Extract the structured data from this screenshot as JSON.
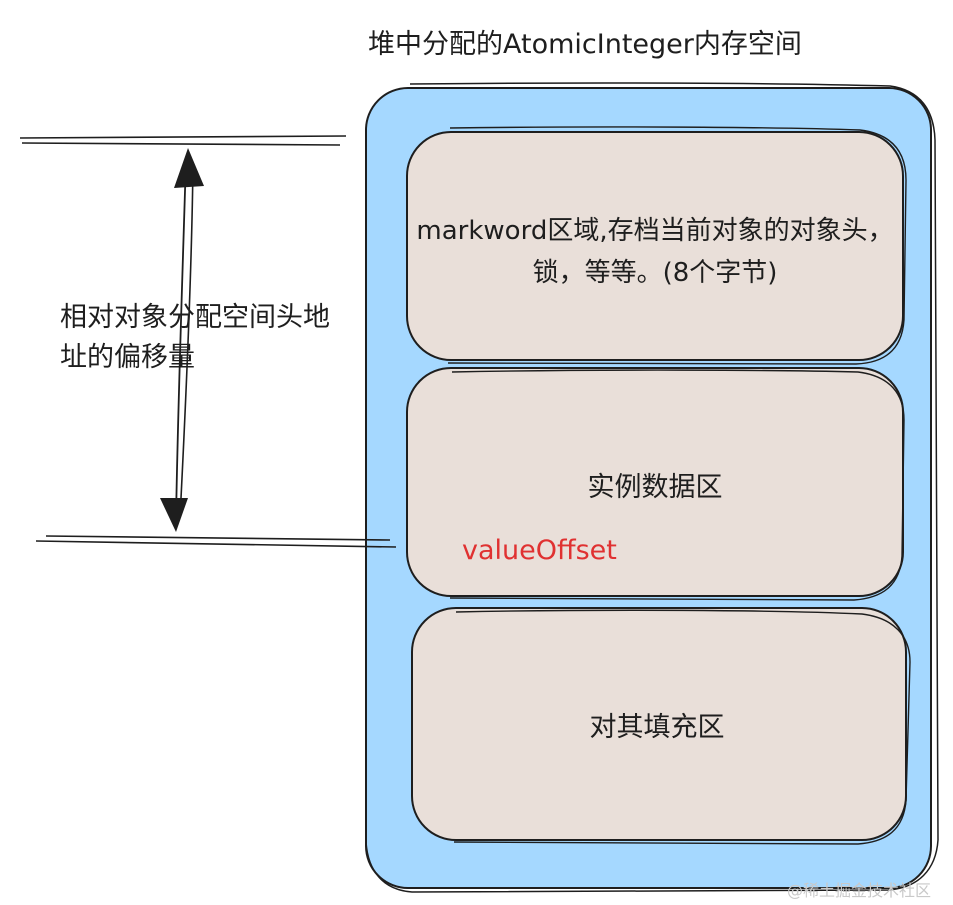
{
  "diagram": {
    "title": "堆中分配的AtomicInteger内存空间",
    "offset_label": "相对对象分配空间头地址的偏移量",
    "regions": {
      "markword": "markword区域,存档当前对象的对象头，锁，等等。(8个字节)",
      "instance_data": "实例数据区",
      "value_offset": "valueOffset",
      "padding": "对其填充区"
    },
    "watermark": "@稀土掘金技术社区"
  },
  "colors": {
    "container_fill": "#a5d8ff",
    "region_fill": "#e9dfd9",
    "stroke": "#1e1e1e",
    "highlight_text": "#e03131",
    "watermark": "#c9c9c9"
  }
}
